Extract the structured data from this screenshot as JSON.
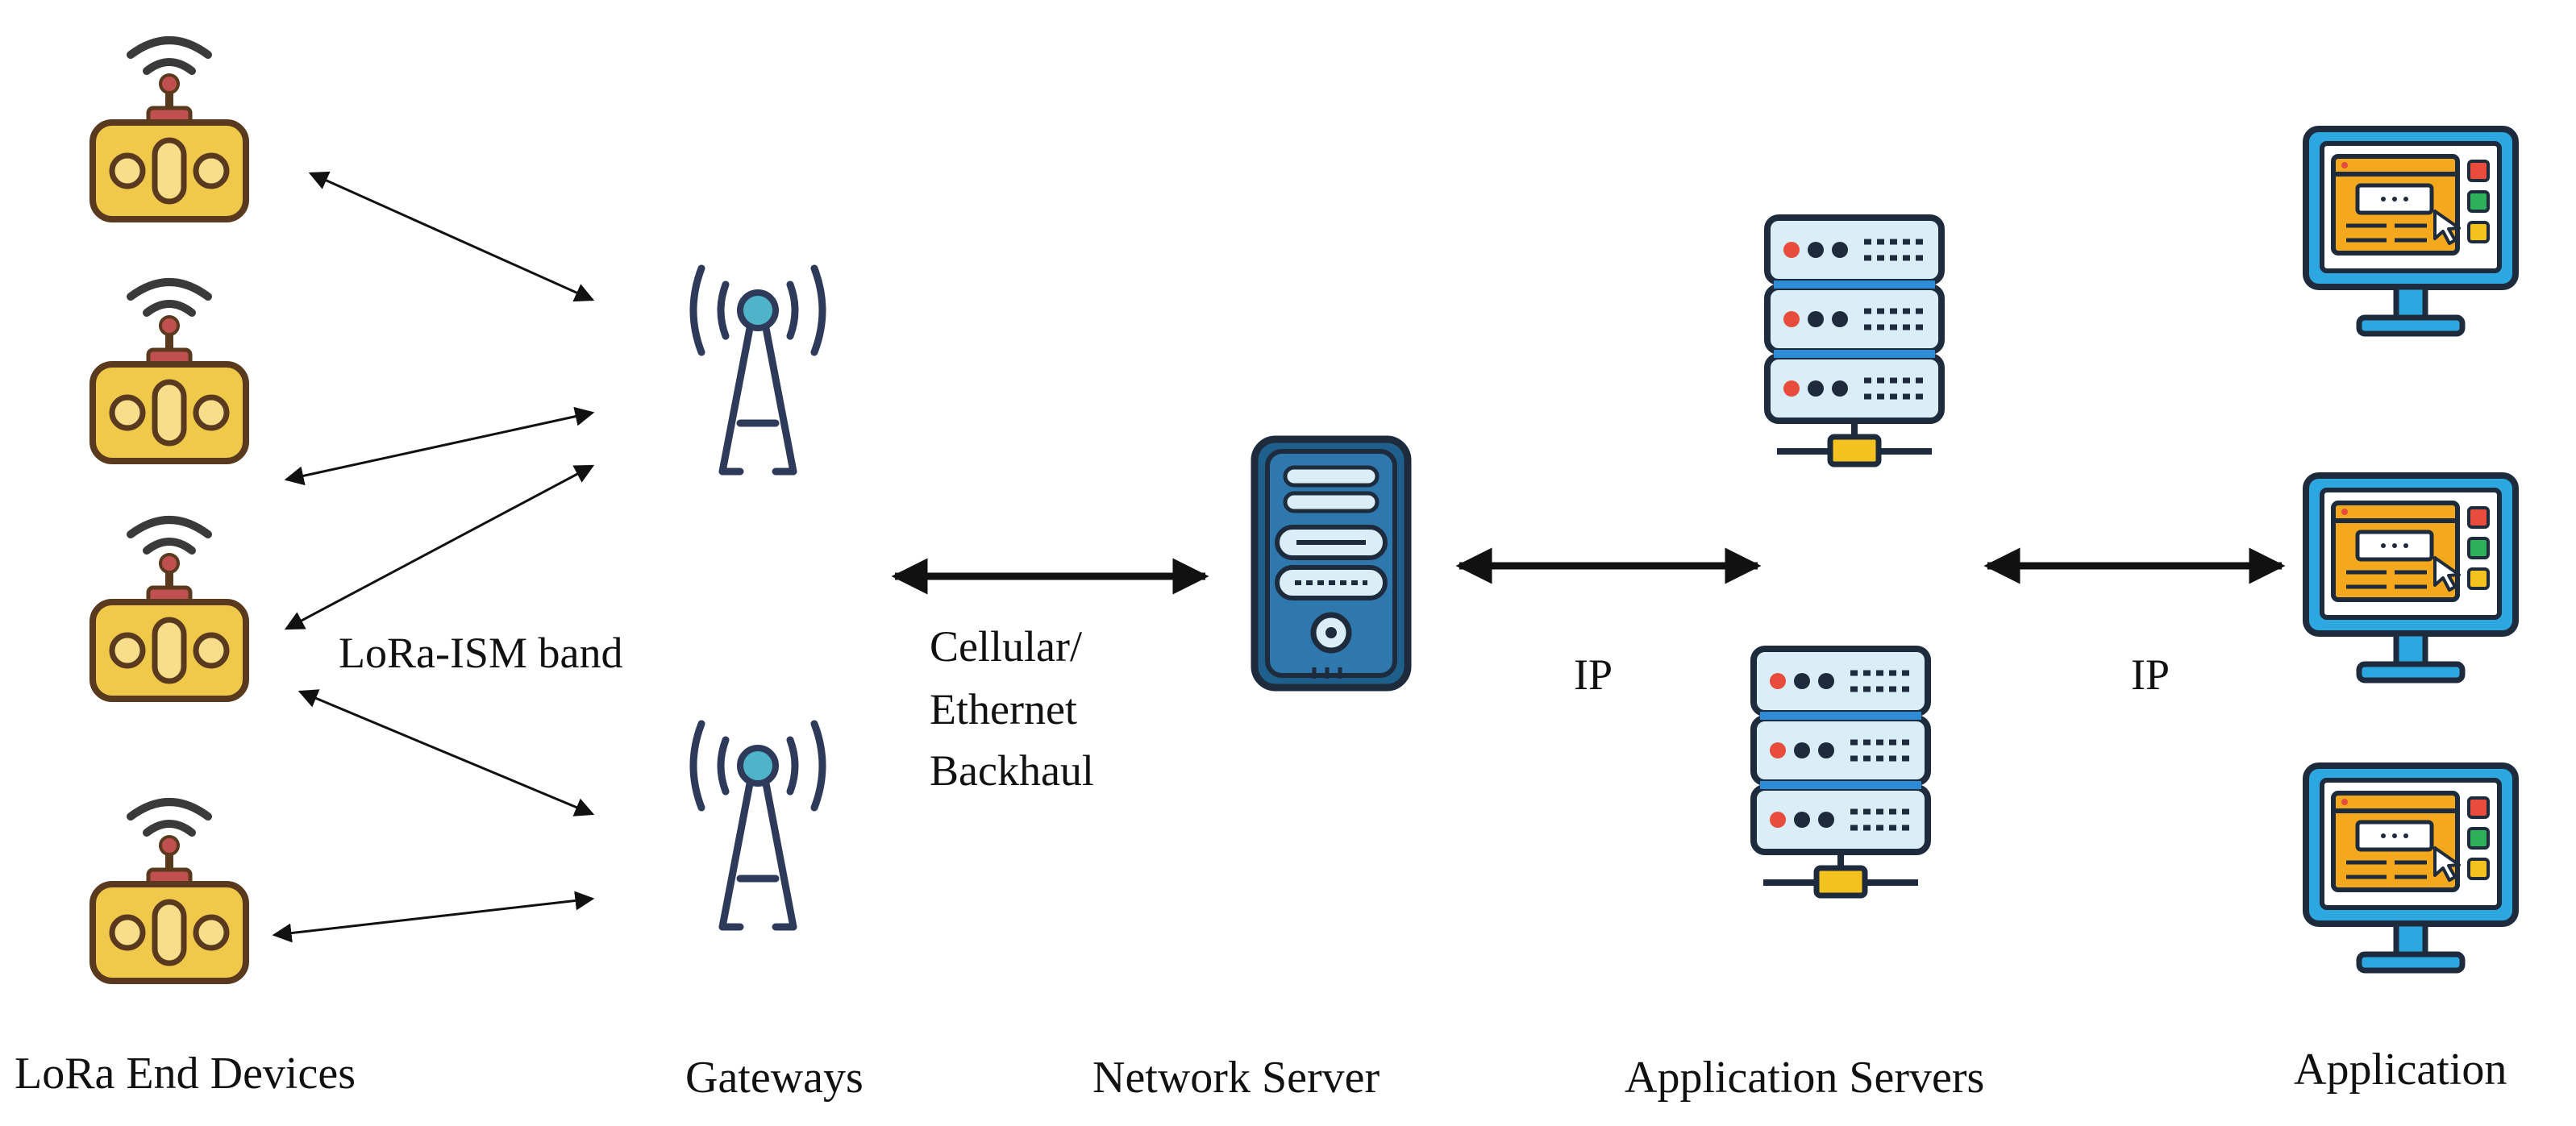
{
  "labels": {
    "lora_band": "LoRa-ISM band",
    "backhaul_line1": "Cellular/",
    "backhaul_line2": "Ethernet",
    "backhaul_line3": "Backhaul",
    "ip_left": "IP",
    "ip_right": "IP"
  },
  "columns": {
    "end_devices": "LoRa End Devices",
    "gateways": "Gateways",
    "network_server": "Network Server",
    "application_servers": "Application Servers",
    "application": "Application"
  },
  "icons": {
    "end_device": "lora-end-device-icon",
    "gateway": "gateway-antenna-icon",
    "network_server": "network-server-tower-icon",
    "application_server": "server-rack-icon",
    "application": "application-monitor-icon"
  },
  "colors": {
    "device_body": "#F0C84A",
    "device_outline": "#5A3A1E",
    "device_antenna": "#C0504D",
    "gateway_stroke": "#2E3A5A",
    "gateway_ball": "#4FB3C9",
    "server_dark": "#1E5F8C",
    "server_light": "#D9EEF6",
    "rack_accent": "#2E8BD6",
    "monitor_frame": "#2DA7E0",
    "screen_panel": "#F3A81E",
    "led_red": "#E84C3D",
    "led_green": "#2EAF5A",
    "led_yellow": "#F3C21E"
  }
}
